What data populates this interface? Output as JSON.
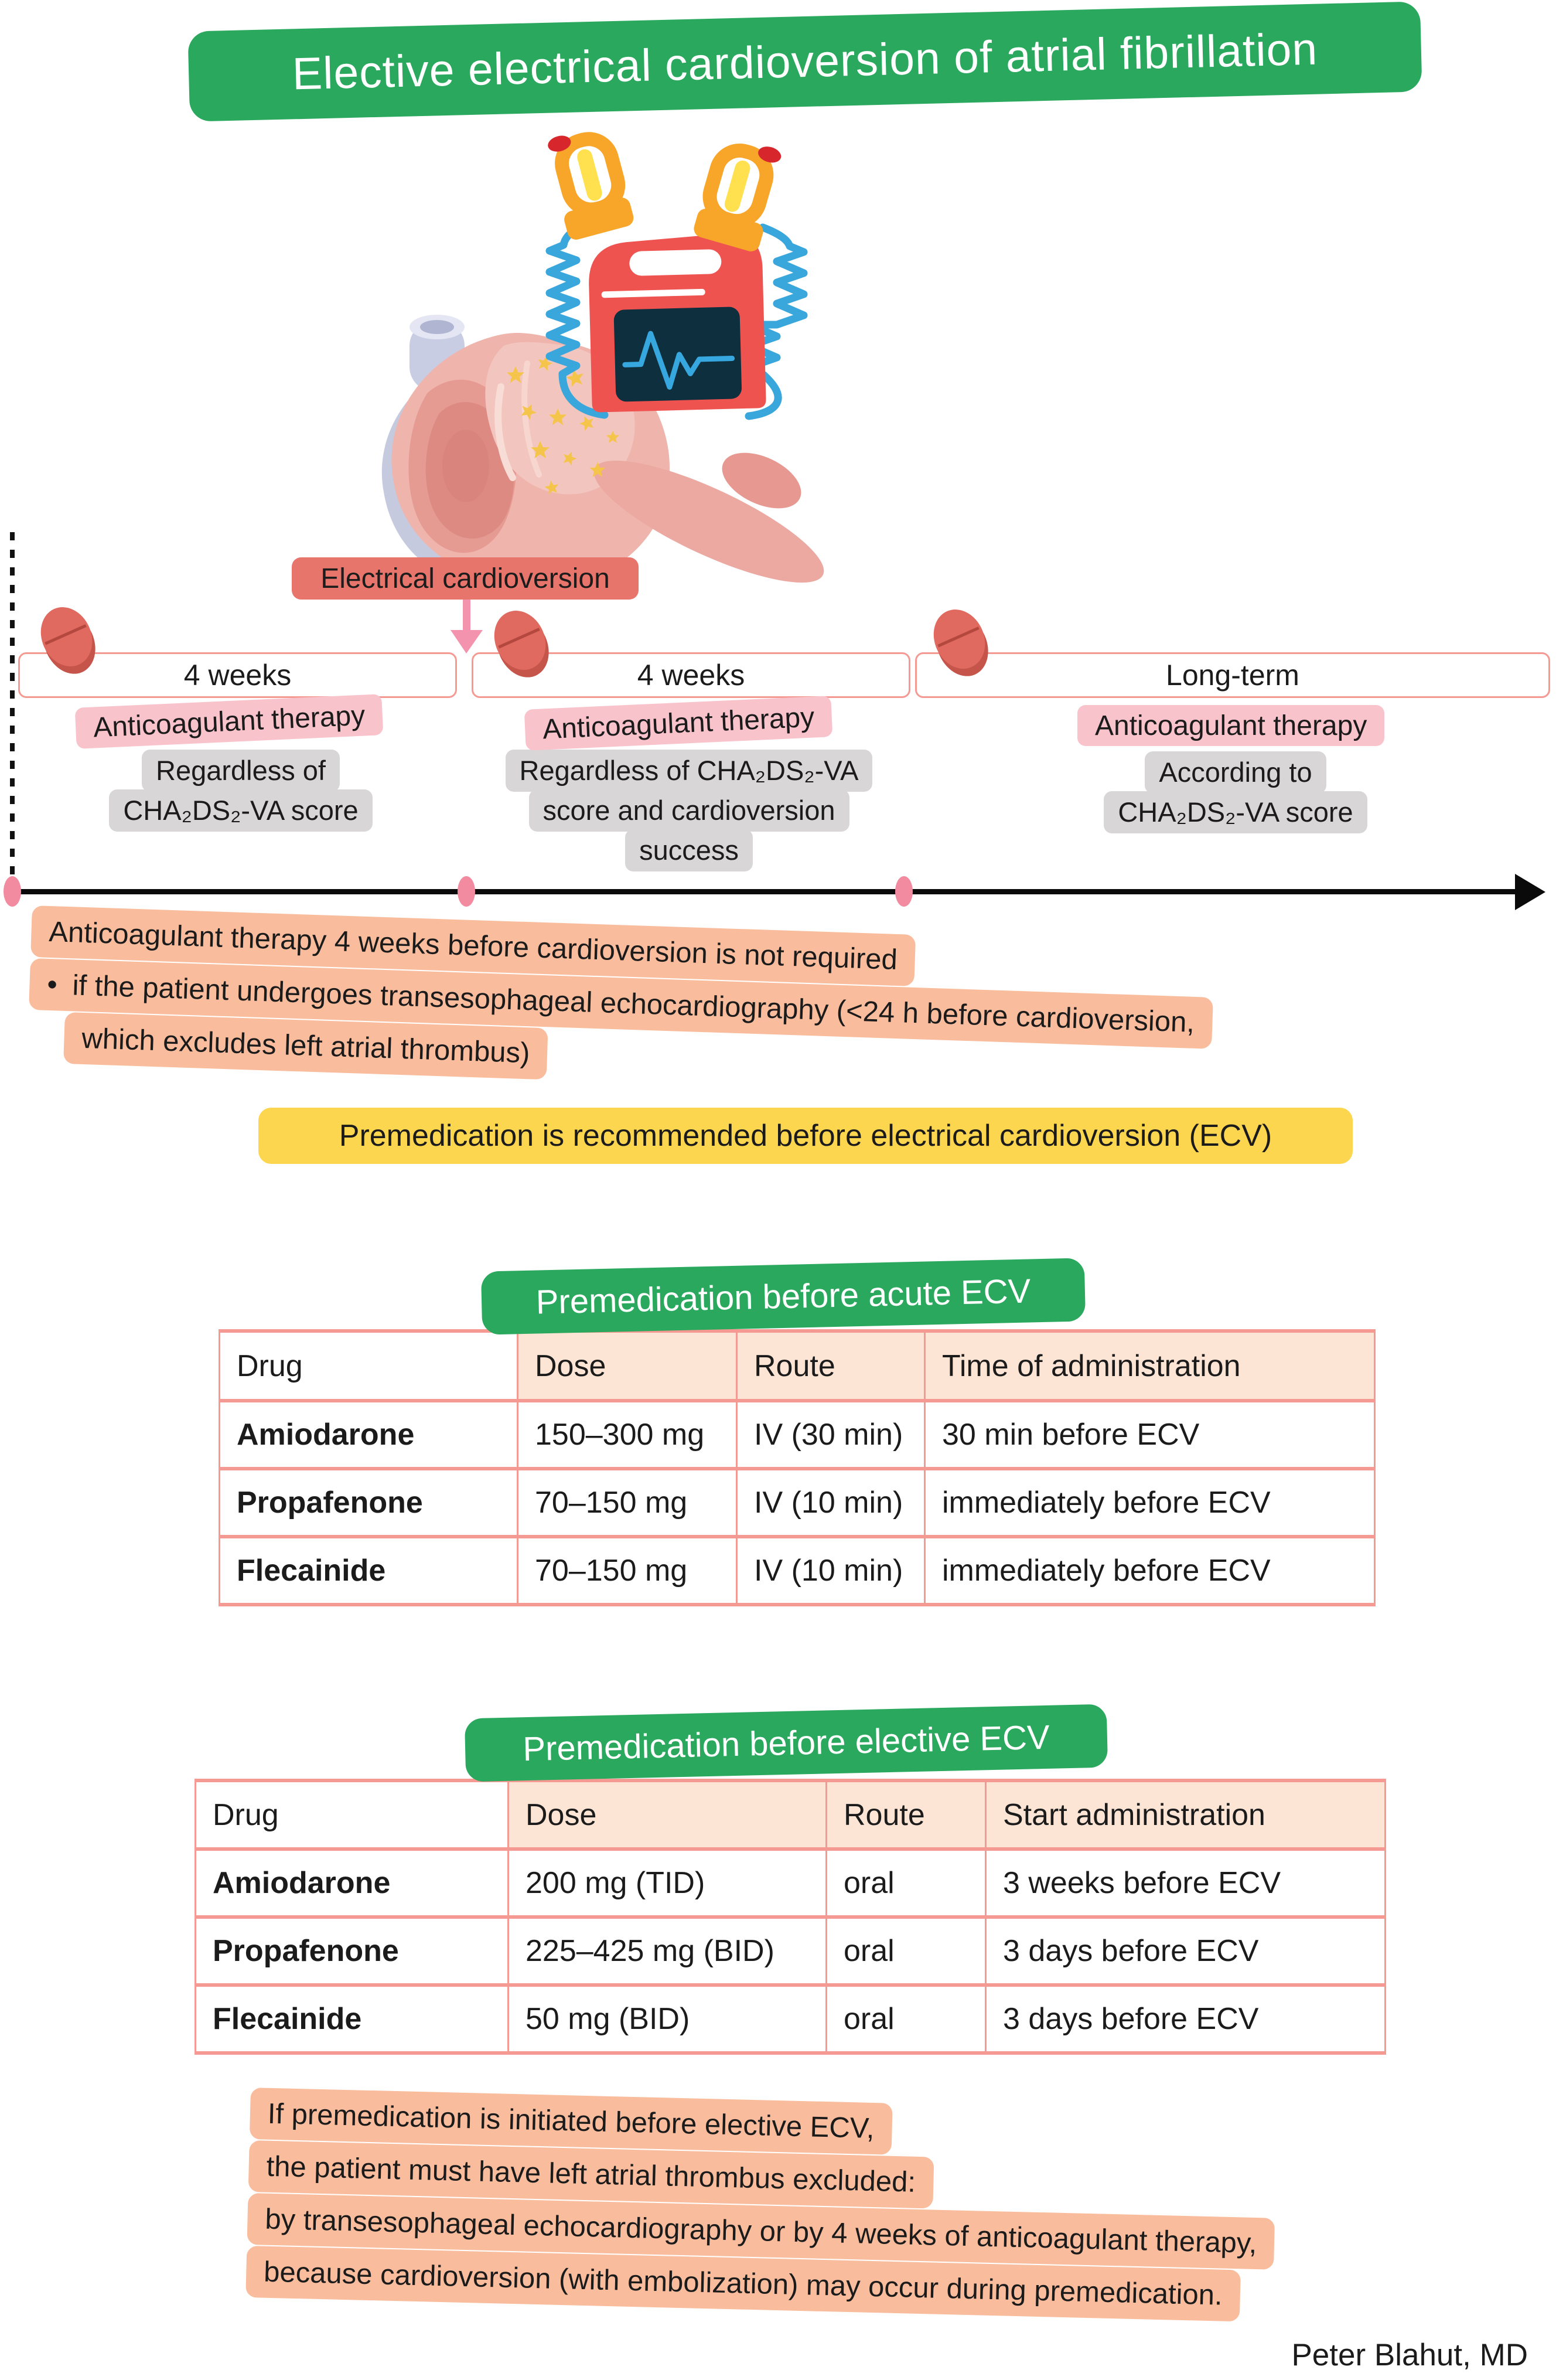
{
  "title": "Elective electrical cardioversion of atrial fibrillation",
  "bullet": "•",
  "credit": "Peter Blahut, MD",
  "icons": {
    "heart": "heart-with-atrial-fibrillation-icon",
    "defibrillator": "defibrillator-monitor-icon",
    "paddle": "defibrillator-paddle-icon",
    "pill": "anticoagulant-pill-icon",
    "down_arrow": "down-arrow-icon",
    "timeline_arrow": "timeline-right-arrow-icon"
  },
  "colors": {
    "green": "#2aa95e",
    "salmon_label": "#e8756b",
    "pink_highlight": "#f9c3cc",
    "gray_note": "#d8d6d7",
    "orange_note": "#f9bd9d",
    "yellow_banner": "#fcd64f",
    "table_border": "#f59a93",
    "table_header_bg": "#fce5d5",
    "timeline_dot": "#f28ba0",
    "defib_red": "#ef5350",
    "cable_blue": "#3aa7dc",
    "paddle_orange": "#f7a62a"
  },
  "timeline": {
    "event_label": "Electrical cardioversion",
    "segments": [
      {
        "duration": "4 weeks",
        "therapy": "Anticoagulant therapy",
        "note_lines": [
          "Regardless of",
          "CHA₂DS₂-VA score"
        ]
      },
      {
        "duration": "4 weeks",
        "therapy": "Anticoagulant therapy",
        "note_lines": [
          "Regardless of CHA₂DS₂-VA",
          "score and cardioversion",
          "success"
        ]
      },
      {
        "duration": "Long-term",
        "therapy": "Anticoagulant therapy",
        "note_lines": [
          "According to",
          "CHA₂DS₂-VA score"
        ]
      }
    ],
    "exception_note_lines": [
      "Anticoagulant therapy 4 weeks before cardioversion is not required",
      "if the patient undergoes transesophageal echocardiography (<24 h before cardioversion,",
      "which excludes left atrial thrombus)"
    ]
  },
  "premedication_banner": "Premedication is recommended before electrical cardioversion (ECV)",
  "tables": [
    {
      "title": "Premedication before acute ECV",
      "headers": [
        "Drug",
        "Dose",
        "Route",
        "Time of administration"
      ],
      "rows": [
        [
          "Amiodarone",
          "150–300 mg",
          "IV (30 min)",
          "30 min before ECV"
        ],
        [
          "Propafenone",
          "70–150 mg",
          "IV (10 min)",
          "immediately before ECV"
        ],
        [
          "Flecainide",
          "70–150 mg",
          "IV (10 min)",
          "immediately before ECV"
        ]
      ]
    },
    {
      "title": "Premedication before elective ECV",
      "headers": [
        "Drug",
        "Dose",
        "Route",
        "Start administration"
      ],
      "rows": [
        [
          "Amiodarone",
          "200 mg (TID)",
          "oral",
          "3 weeks before ECV"
        ],
        [
          "Propafenone",
          "225–425 mg (BID)",
          "oral",
          "3 days before ECV"
        ],
        [
          "Flecainide",
          "50 mg (BID)",
          "oral",
          "3 days before ECV"
        ]
      ]
    }
  ],
  "elective_note_lines": [
    "If premedication is initiated before elective ECV,",
    "the patient must have left atrial thrombus excluded:",
    "by transesophageal echocardiography or by 4 weeks of anticoagulant therapy,",
    "because cardioversion (with embolization) may occur during premedication."
  ]
}
